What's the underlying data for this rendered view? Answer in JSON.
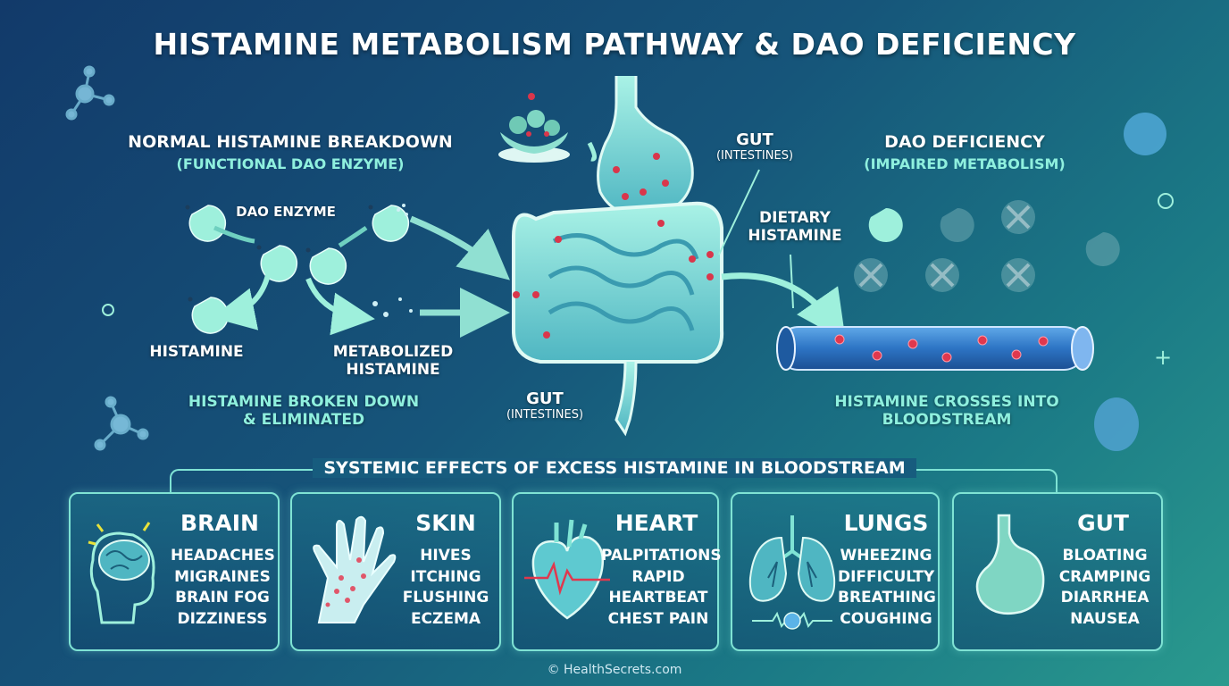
{
  "title": "HISTAMINE METABOLISM PATHWAY & DAO DEFICIENCY",
  "normal": {
    "heading": "NORMAL HISTAMINE BREAKDOWN",
    "subheading": "(FUNCTIONAL DAO ENZYME)",
    "enzyme_label": "DAO ENZYME",
    "histamine_label": "HISTAMINE",
    "metabolized_label_1": "METABOLIZED",
    "metabolized_label_2": "HISTAMINE",
    "result_1": "HISTAMINE BROKEN DOWN",
    "result_2": "& ELIMINATED"
  },
  "gut_top": {
    "label": "GUT",
    "sub": "(INTESTINES)"
  },
  "gut_bottom": {
    "label": "GUT",
    "sub": "(INTESTINES)"
  },
  "dietary": {
    "line1": "DIETARY",
    "line2": "HISTAMINE"
  },
  "deficiency": {
    "heading": "DAO DEFICIENCY",
    "subheading": "(IMPAIRED METABOLISM)",
    "result_1": "HISTAMINE CROSSES INTO",
    "result_2": "BLOODSTREAM"
  },
  "systemic_title": "SYSTEMIC EFFECTS OF EXCESS HISTAMINE IN BLOODSTREAM",
  "cards": [
    {
      "title": "BRAIN",
      "icon": "brain-icon",
      "items": [
        "HEADACHES",
        "MIGRAINES",
        "BRAIN FOG",
        "DIZZINESS"
      ]
    },
    {
      "title": "SKIN",
      "icon": "hand-icon",
      "items": [
        "HIVES",
        "ITCHING",
        "FLUSHING",
        "ECZEMA"
      ]
    },
    {
      "title": "HEART",
      "icon": "heart-icon",
      "items": [
        "PALPITATIONS",
        "RAPID",
        "HEARTBEAT",
        "CHEST PAIN"
      ]
    },
    {
      "title": "LUNGS",
      "icon": "lungs-icon",
      "items": [
        "WHEEZING",
        "DIFFICULTY",
        "BREATHING",
        "COUGHING"
      ]
    },
    {
      "title": "GUT",
      "icon": "stomach-icon",
      "items": [
        "BLOATING",
        "CRAMPING",
        "DIARRHEA",
        "NAUSEA"
      ]
    }
  ],
  "footer": "© HealthSecrets.com",
  "colors": {
    "accent": "#7fe3d4",
    "histamine_dot": "#d9364b",
    "enzyme": "#9ef0dc"
  }
}
